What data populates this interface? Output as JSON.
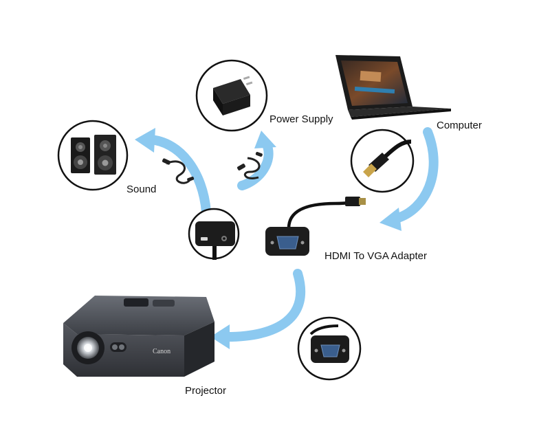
{
  "labels": {
    "power_supply": "Power Supply",
    "computer": "Computer",
    "sound": "Sound",
    "adapter": "HDMI To VGA Adapter",
    "projector": "Projector"
  },
  "projector_brand": "Canon",
  "colors": {
    "arrow": "#8cc9f0",
    "device_dark": "#1e1e1e",
    "projector_body": "#4b4e55",
    "circle_border": "#111111"
  },
  "icons": {
    "power": "power-adapter-icon",
    "computer": "laptop-icon",
    "sound": "speakers-icon",
    "adapter": "hdmi-vga-adapter-icon",
    "projector": "projector-icon"
  }
}
